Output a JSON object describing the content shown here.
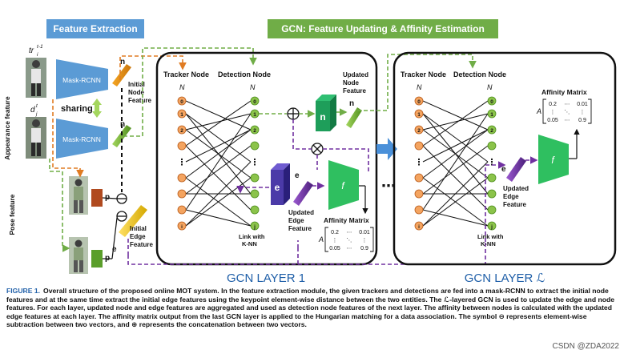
{
  "headers": {
    "feature_extraction": "Feature Extraction",
    "gcn": "GCN: Feature Updating & Affinity Estimation"
  },
  "left": {
    "tracker_label": "tr",
    "tracker_sup": "t-1",
    "tracker_sub": "i",
    "detection_label": "d",
    "detection_sup": "t",
    "detection_sub": "j",
    "appearance_feature": "Appearance feature",
    "pose_feature": "Pose feature",
    "mask_rcnn_top": "Mask-RCNN",
    "mask_rcnn_bottom": "Mask-RCNN",
    "sharing": "sharing",
    "n_i_0": "n",
    "n_j_0": "n",
    "initial_node_feature": [
      "Initial",
      "Node",
      "Feature"
    ],
    "initial_edge_feature": [
      "Initial",
      "Edge",
      "Feature"
    ],
    "p_i_0": "p",
    "p_j_0": "p",
    "e_ij_0": "e"
  },
  "layer1": {
    "tracker_node": "Tracker Node",
    "detection_node": "Detection Node",
    "n_i": "N",
    "n_j": "N",
    "left_nodes": [
      "0",
      "1",
      "2",
      "⋮",
      "i"
    ],
    "right_nodes": [
      "0",
      "1",
      "2",
      "⋮",
      "j"
    ],
    "updated_node_feature": [
      "Updated",
      "Node",
      "Feature"
    ],
    "n_box": "n",
    "e_box": "e",
    "fs_box": "f",
    "nj1": "n",
    "eij1": "e",
    "updated_edge_feature": [
      "Updated",
      "Edge",
      "Feature"
    ],
    "link_knn": [
      "Link with",
      "K-NN"
    ],
    "affinity_matrix": "Affinity Matrix",
    "matrix_rows": [
      [
        "0.2",
        "⋯",
        "0.01"
      ],
      [
        "⋮",
        "⋱",
        "⋮"
      ],
      [
        "0.05",
        "⋯",
        "0.9"
      ]
    ],
    "matrix_label": "A",
    "title": "GCN LAYER 1"
  },
  "layerL": {
    "tracker_node": "Tracker Node",
    "detection_node": "Detection Node",
    "n_i": "N",
    "n_j": "N",
    "left_nodes": [
      "0",
      "1",
      "2",
      "⋮",
      "i"
    ],
    "right_nodes": [
      "0",
      "1",
      "2",
      "⋮",
      "j"
    ],
    "affinity_matrix": "Affinity Matrix",
    "matrix_rows": [
      [
        "0.2",
        "⋯",
        "0.01"
      ],
      [
        "⋮",
        "⋱",
        "⋮"
      ],
      [
        "0.05",
        "⋯",
        "0.9"
      ]
    ],
    "matrix_label": "A",
    "eijL": "e",
    "updated_edge_feature": [
      "Updated",
      "Edge",
      "Feature"
    ],
    "link_knn": [
      "Link with",
      "K-NN"
    ],
    "fs_box": "f",
    "title": "GCN LAYER ℒ"
  },
  "ellipsis": "⋯",
  "caption": {
    "figure_label": "FIGURE 1.",
    "text": "Overall structure of the proposed online MOT system. In the feature extraction module, the given trackers and detections are fed into a mask-RCNN to extract the initial node features and at the same time extract the initial edge features using the keypoint element-wise distance between the two entities. The ℒ-layered GCN is used to update the edge and node features. For each layer, updated node and edge features are aggregated and used as detection node features of the next layer. The affinity between nodes is calculated with the updated edge features at each layer. The affinity matrix output from the last GCN layer is applied to the Hungarian matching for a data association. The symbol ⊖ represents element-wise subtraction between two vectors, and ⊕ represents the concatenation between two vectors."
  },
  "watermark": "CSDN @ZDA2022",
  "colors": {
    "blue_header": "#5b9bd5",
    "green_header": "#70ad47",
    "node_orange": "#f4a460",
    "node_green": "#8bc34a",
    "teal_box": "#1e9e5a",
    "purple": "#7030a0",
    "orange_dash": "#e07b22",
    "green_dash": "#70ad47",
    "arrow_blue": "#4a90d9"
  }
}
